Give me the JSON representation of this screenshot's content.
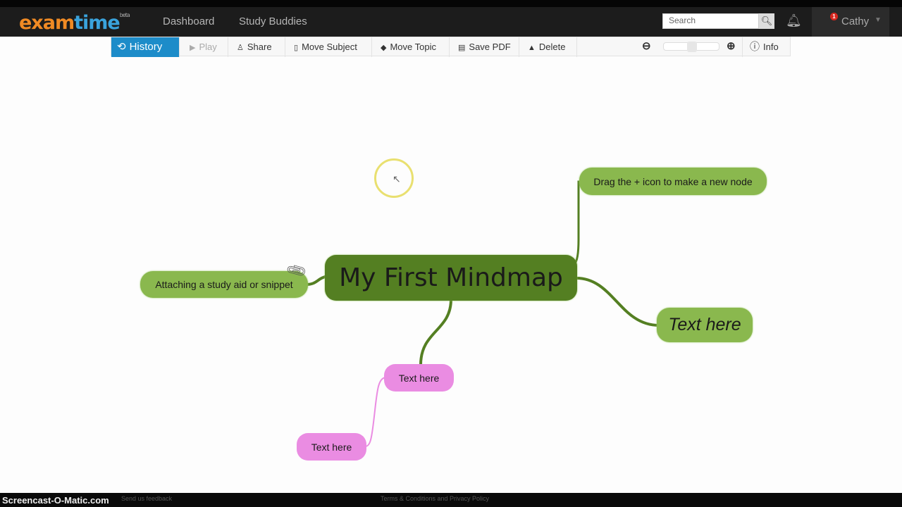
{
  "header": {
    "logo": {
      "part1": "exam",
      "part2": "time",
      "tag": "beta"
    },
    "nav": [
      "Dashboard",
      "Study Buddies"
    ],
    "search_placeholder": "Search",
    "notification_count": "1",
    "user_name": "Cathy"
  },
  "toolbar": {
    "history": "History",
    "play": "Play",
    "share": "Share",
    "move_subject": "Move Subject",
    "move_topic": "Move Topic",
    "save_pdf": "Save PDF",
    "delete": "Delete",
    "info": "Info",
    "zoom_level": 0.5
  },
  "mindmap": {
    "central": "My First Mindmap",
    "nodes": {
      "drag": "Drag the + icon to make a new node",
      "attach": "Attaching a study aid or snippet",
      "text_right": "Text here",
      "pink1": "Text here",
      "pink2": "Text here"
    },
    "colors": {
      "central": "#547f22",
      "branch": "#8ab84e",
      "pink": "#ea8ce2"
    }
  },
  "footer": {
    "watermark": "Screencast-O-Matic.com",
    "feedback": "Send us feedback",
    "terms": "Terms & Conditions and Privacy Policy"
  }
}
